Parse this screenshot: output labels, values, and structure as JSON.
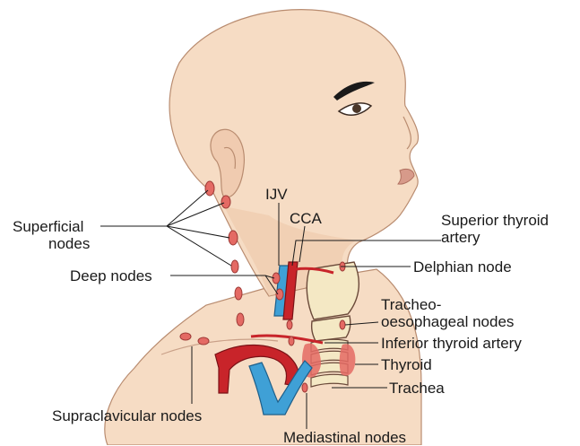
{
  "labels": {
    "superficial_nodes": [
      "Superficial",
      "nodes"
    ],
    "deep_nodes": "Deep nodes",
    "ijv": "IJV",
    "cca": "CCA",
    "superior_thyroid_artery": [
      "Superior thyroid",
      "artery"
    ],
    "delphian_node": "Delphian node",
    "tracheo_oesophageal_nodes": [
      "Tracheo-",
      "oesophageal nodes"
    ],
    "inferior_thyroid_artery": "Inferior thyroid artery",
    "thyroid": "Thyroid",
    "trachea": "Trachea",
    "supraclavicular_nodes": "Supraclavicular nodes",
    "mediastinal_nodes": "Mediastinal nodes"
  },
  "colors": {
    "skin": "#f6dcc4",
    "skin_shadow": "#e9c2a3",
    "node": "#e46a64",
    "artery": "#c8242a",
    "vein": "#3fa0d6",
    "cartilage": "#f4e8c4",
    "outline": "#6b4a3a"
  }
}
